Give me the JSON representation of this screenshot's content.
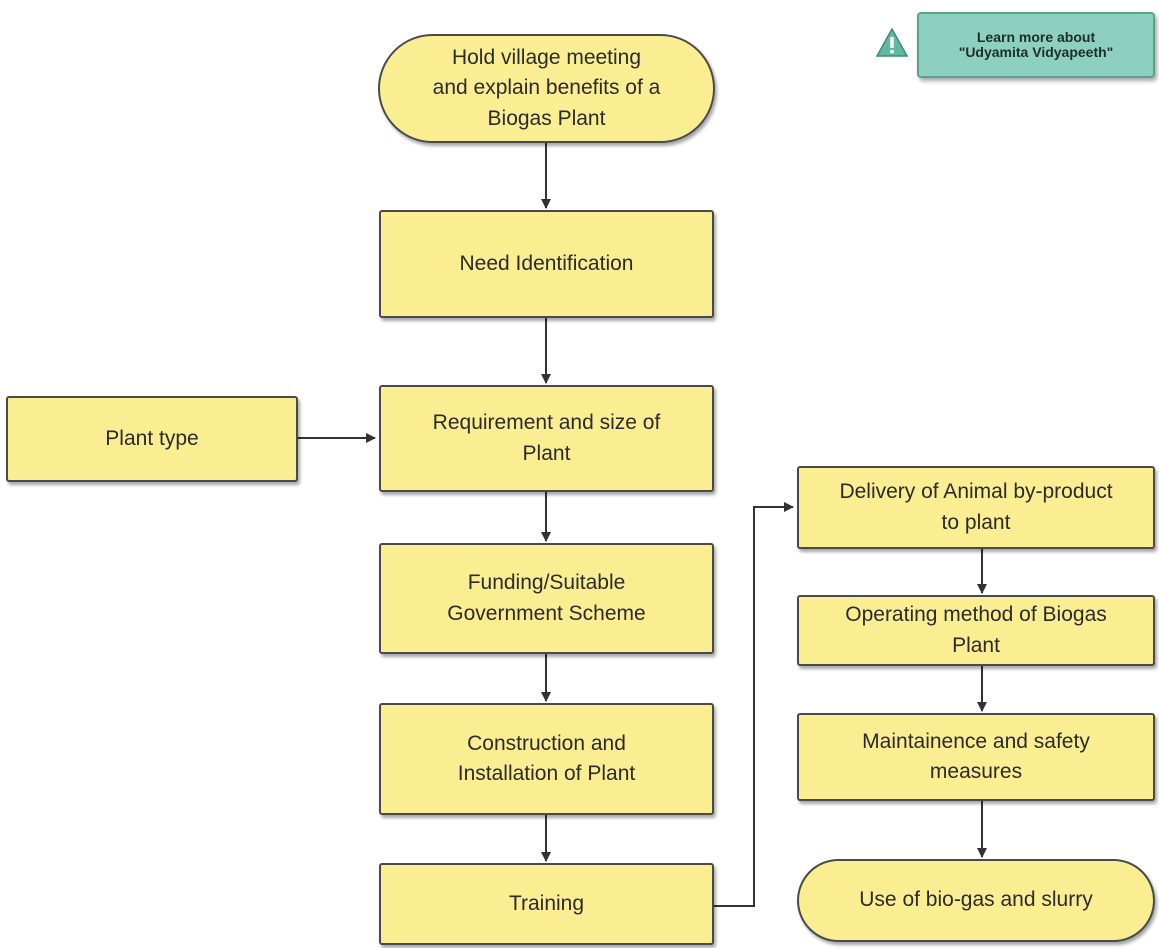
{
  "callout": {
    "text": "Learn more about\n\"Udyamita Vidyapeeth\"",
    "icon": "warning-icon",
    "fill": "#8ed0bf"
  },
  "nodes": {
    "village_meeting": "Hold village meeting\nand explain benefits of a\nBiogas Plant",
    "need_identification": "Need Identification",
    "requirement_size": "Requirement and size of\nPlant",
    "plant_type": "Plant type",
    "funding": "Funding/Suitable\nGovernment Scheme",
    "construction": "Construction and\nInstallation of Plant",
    "training": "Training",
    "delivery": "Delivery of Animal by-product\nto plant",
    "operating": "Operating method of Biogas\nPlant",
    "maintenance": "Maintainence and safety\nmeasures",
    "use_biogas": "Use of bio-gas and slurry"
  },
  "colors": {
    "node_fill": "#fbee92",
    "node_border": "#4a4a4a",
    "arrow": "#333333"
  }
}
